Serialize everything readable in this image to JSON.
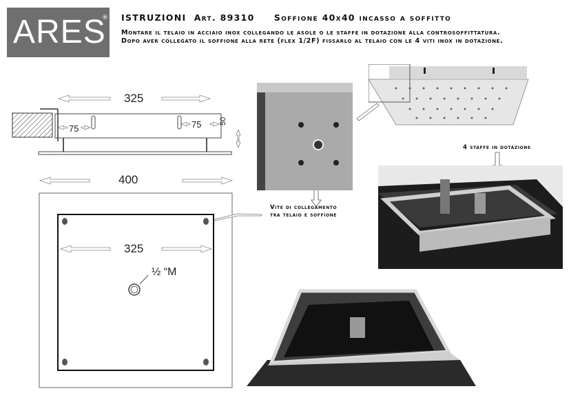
{
  "brand": {
    "name": "ARES",
    "reg": "®"
  },
  "header": {
    "title": "ISTRUZIONI  Art. 89310     Soffione 40x40 incasso a soffitto",
    "line1": "Montare il telaio in acciaio inox collegando le asole o le staffe in dotazione alla controsoffittatura.",
    "line2": "Dopo aver collegato il soffione alla rete (flex 1/2F) fissarlo al telaio con le 4 viti inox in dotazione."
  },
  "side_view": {
    "width": "325",
    "left_offset": "75",
    "right_offset": "75",
    "height": "50"
  },
  "top_view": {
    "outer": "400",
    "inner": "325",
    "connection": "½ “M"
  },
  "captions": {
    "screws": "Vite di collegamento",
    "screws2": "tra telaio e soffione",
    "brackets": "4 staffe in dotazione"
  },
  "colors": {
    "logo_bg": "#6f6f6f",
    "steel": "#b8b8b8",
    "dark_steel": "#2a2a2a"
  }
}
